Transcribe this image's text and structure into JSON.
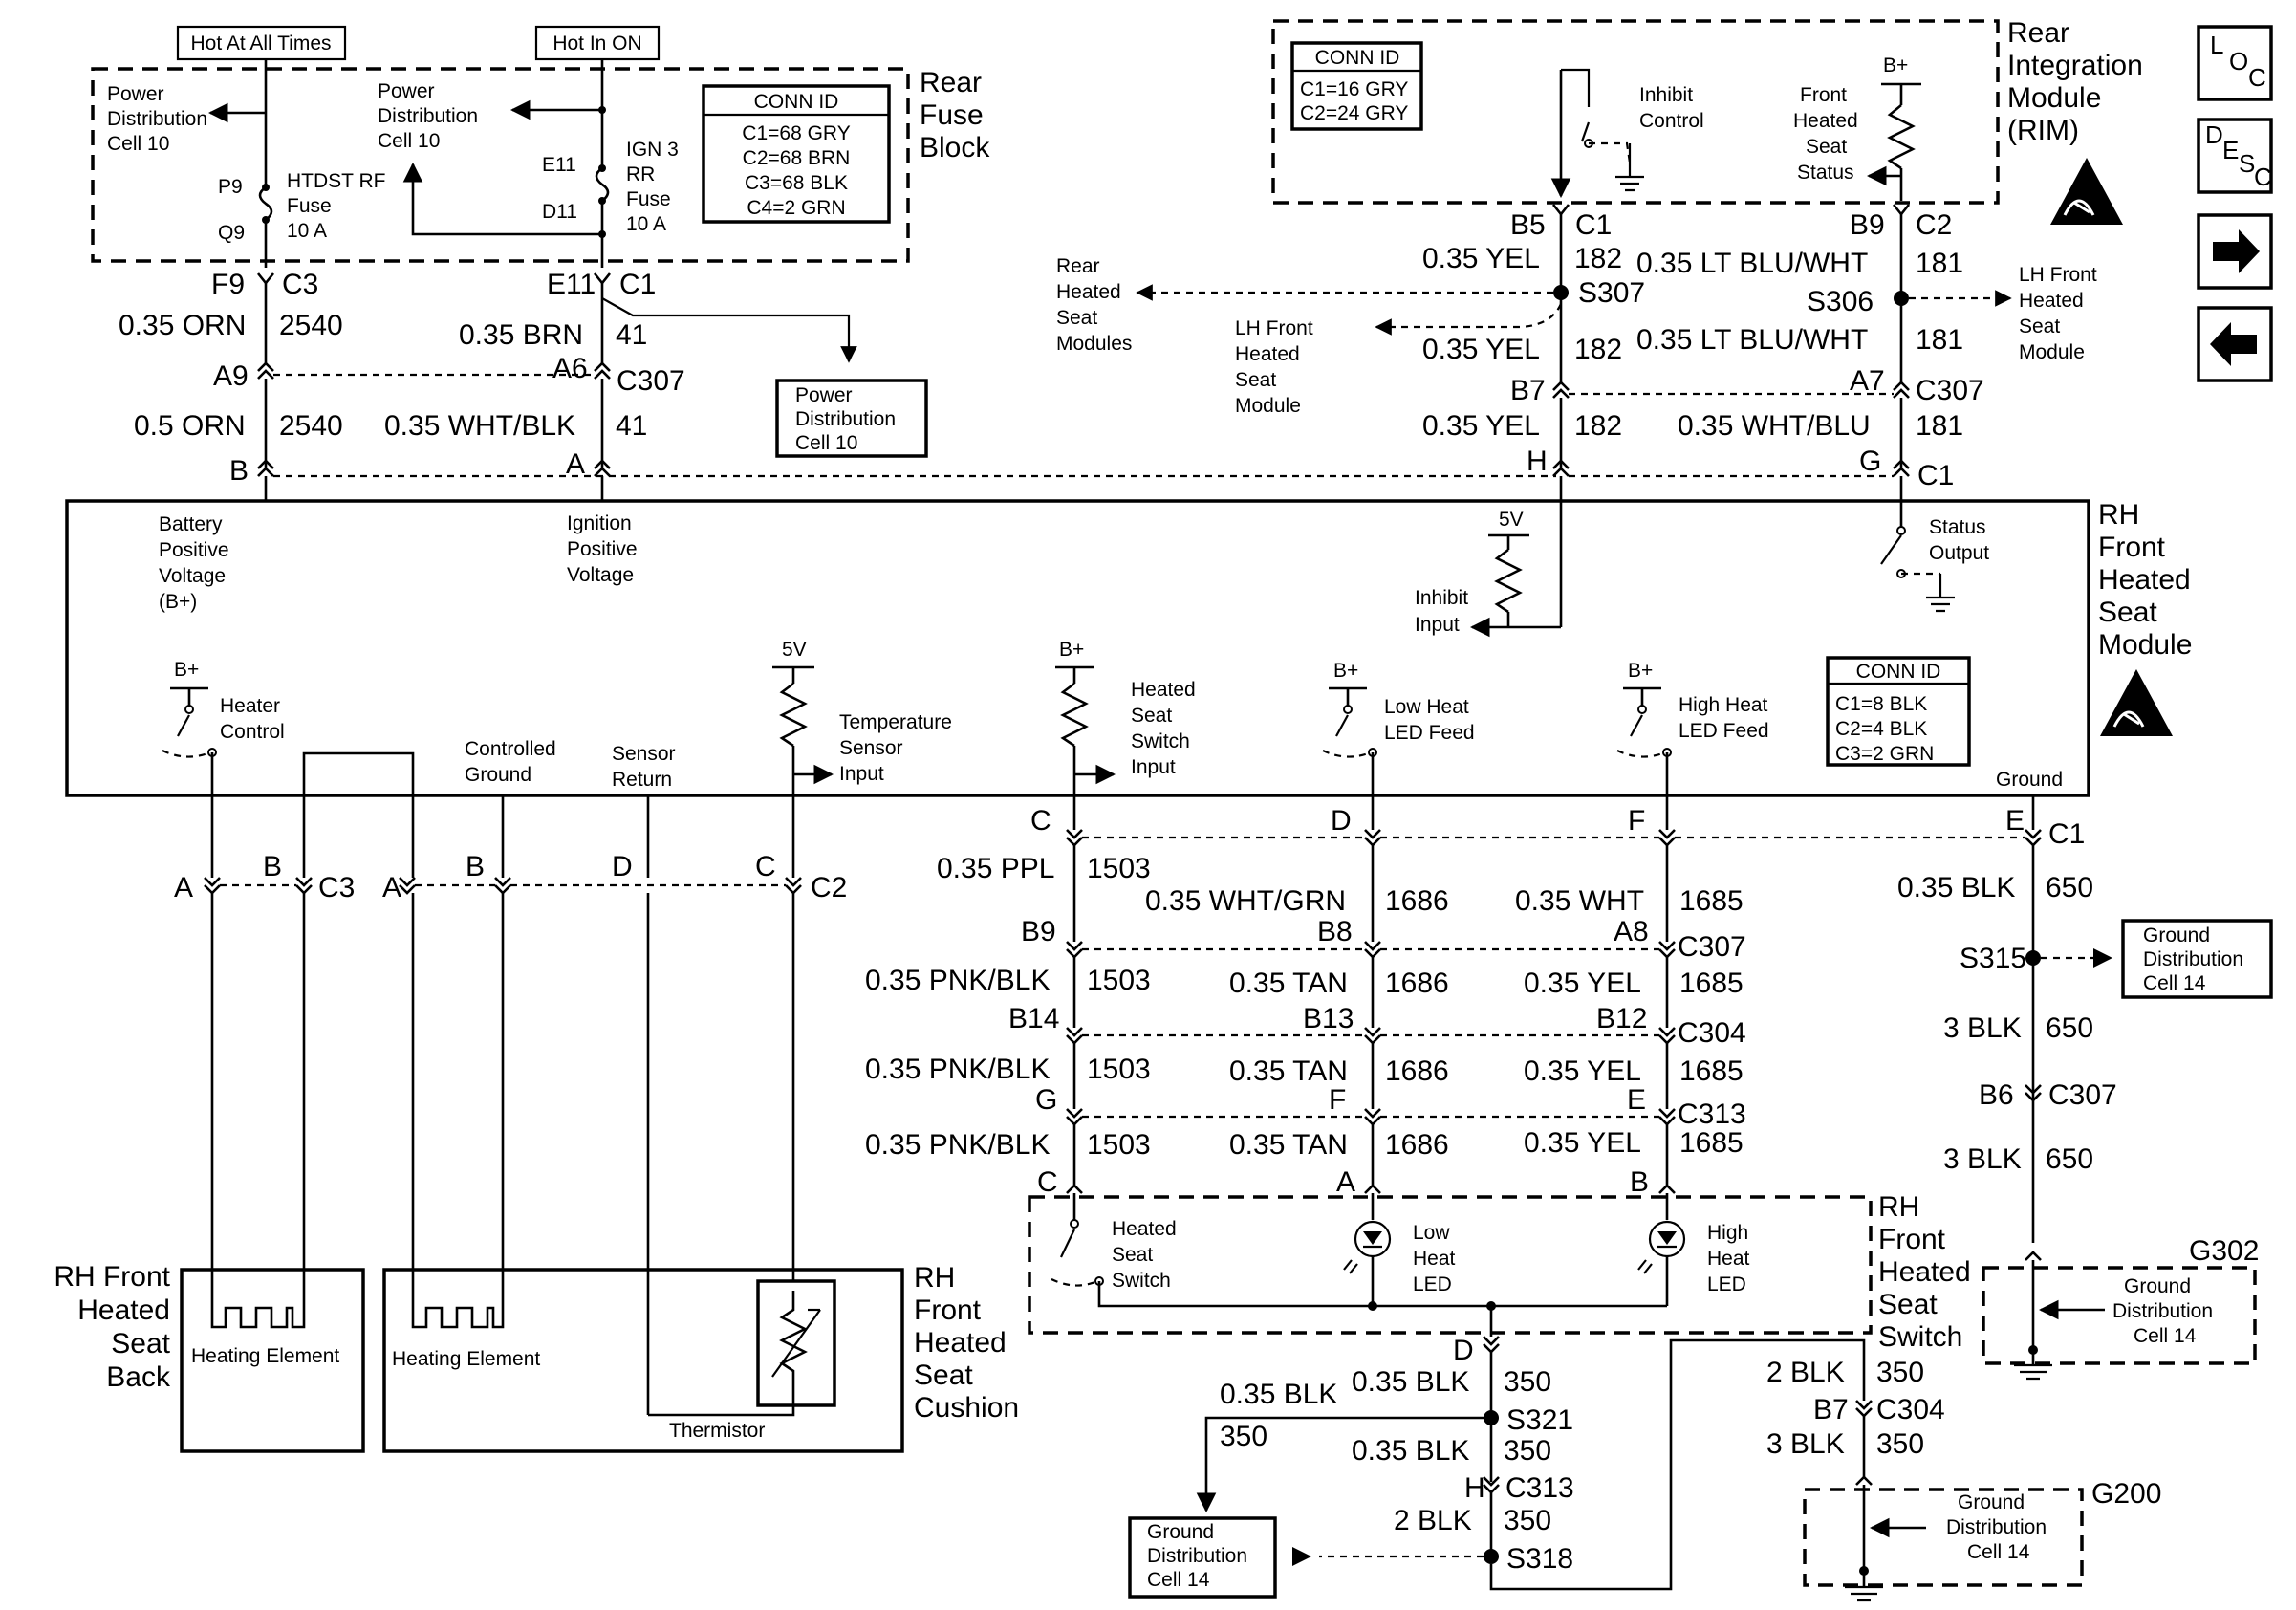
{
  "top_labels": {
    "hot_at_all_times": "Hot At All Times",
    "hot_in_on": "Hot In ON"
  },
  "rear_fuse_block": {
    "title": [
      "Rear",
      "Fuse",
      "Block"
    ],
    "pdc_left": [
      "Power",
      "Distribution",
      "Cell 10"
    ],
    "pdc_mid": [
      "Power",
      "Distribution",
      "Cell 10"
    ],
    "fuse1": {
      "pin_top": "P9",
      "pin_bot": "Q9",
      "name": [
        "HTDST RF",
        "Fuse",
        "10 A"
      ]
    },
    "fuse2": {
      "pin_top": "E11",
      "pin_bot": "D11",
      "name": [
        "IGN 3",
        "RR",
        "Fuse",
        "10 A"
      ]
    },
    "conn_id": {
      "title": "CONN ID",
      "lines": [
        "C1=68 GRY",
        "C2=68 BRN",
        "C3=68 BLK",
        "C4=2 GRN"
      ]
    }
  },
  "left_wires": {
    "f9": "F9",
    "c3": "C3",
    "e11": "E11",
    "c1": "C1",
    "orn035": "0.35 ORN",
    "c2540a": "2540",
    "brn035": "0.35 BRN",
    "c41a": "41",
    "a9": "A9",
    "a6": "A6",
    "c307": "C307",
    "orn05": "0.5 ORN",
    "c2540b": "2540",
    "whtblk": "0.35 WHT/BLK",
    "c41b": "41",
    "b": "B",
    "a": "A",
    "pdc_box": [
      "Power",
      "Distribution",
      "Cell 10"
    ]
  },
  "rim": {
    "title": [
      "Rear",
      "Integration",
      "Module",
      "(RIM)"
    ],
    "conn_id": {
      "title": "CONN ID",
      "lines": [
        "C1=16 GRY",
        "C2=24 GRY"
      ]
    },
    "inhibit": [
      "Inhibit",
      "Control"
    ],
    "front_status": [
      "Front",
      "Heated",
      "Seat",
      "Status"
    ],
    "bplus": "B+"
  },
  "right_wires": {
    "b5": "B5",
    "c1": "C1",
    "b9": "B9",
    "c2": "C2",
    "yel1": "0.35 YEL",
    "n182a": "182",
    "ltbluwht1": "0.35 LT BLU/WHT",
    "n181a": "181",
    "s307": "S307",
    "s306": "S306",
    "yel2": "0.35 YEL",
    "n182b": "182",
    "ltbluwht2": "0.35 LT BLU/WHT",
    "n181b": "181",
    "b7": "B7",
    "a7": "A7",
    "c307": "C307",
    "yel3": "0.35 YEL",
    "n182c": "182",
    "whtblu": "0.35 WHT/BLU",
    "n181c": "181",
    "h": "H",
    "g": "G",
    "c1b": "C1",
    "rear_modules": [
      "Rear",
      "Heated",
      "Seat",
      "Modules"
    ],
    "lh_module_left": [
      "LH Front",
      "Heated",
      "Seat",
      "Module"
    ],
    "lh_module_right": [
      "LH Front",
      "Heated",
      "Seat",
      "Module"
    ]
  },
  "module": {
    "title": [
      "RH",
      "Front",
      "Heated",
      "Seat",
      "Module"
    ],
    "battery": [
      "Battery",
      "Positive",
      "Voltage",
      "(B+)"
    ],
    "ignition": [
      "Ignition",
      "Positive",
      "Voltage"
    ],
    "five_v": "5V",
    "inhibit_input": [
      "Inhibit",
      "Input"
    ],
    "status_output": [
      "Status",
      "Output"
    ],
    "bplus": "B+",
    "heater_control": [
      "Heater",
      "Control"
    ],
    "controlled_ground": [
      "Controlled",
      "Ground"
    ],
    "sensor_return": [
      "Sensor",
      "Return"
    ],
    "temp_sensor": [
      "Temperature",
      "Sensor",
      "Input"
    ],
    "seat_switch_input": [
      "Heated",
      "Seat",
      "Switch",
      "Input"
    ],
    "low_heat_feed": [
      "Low Heat",
      "LED Feed"
    ],
    "high_heat_feed": [
      "High Heat",
      "LED Feed"
    ],
    "ground": "Ground",
    "conn_id": {
      "title": "CONN ID",
      "lines": [
        "C1=8 BLK",
        "C2=4 BLK",
        "C3=2 GRN"
      ]
    }
  },
  "lower_left": {
    "a1": "A",
    "b1": "B",
    "c3": "C3",
    "a2": "A",
    "b2": "B",
    "d": "D",
    "c": "C",
    "c2": "C2",
    "seat_back": [
      "RH Front",
      "Heated",
      "Seat",
      "Back"
    ],
    "heating_element1": "Heating Element",
    "heating_element2": "Heating Element",
    "thermistor": "Thermistor",
    "seat_cushion": [
      "RH",
      "Front",
      "Heated",
      "Seat",
      "Cushion"
    ]
  },
  "lower_mid": {
    "c": "C",
    "d": "D",
    "f": "F",
    "e": "E",
    "c1": "C1",
    "ppl": "0.35 PPL",
    "n1503a": "1503",
    "whtgrn": "0.35 WHT/GRN",
    "n1686a": "1686",
    "wht": "0.35 WHT",
    "n1685a": "1685",
    "b9": "B9",
    "b8": "B8",
    "a8": "A8",
    "c307": "C307",
    "pnkblk1": "0.35 PNK/BLK",
    "n1503b": "1503",
    "tan1": "0.35 TAN",
    "n1686b": "1686",
    "yel1": "0.35 YEL",
    "n1685b": "1685",
    "b14": "B14",
    "b13": "B13",
    "b12": "B12",
    "c304": "C304",
    "pnkblk2": "0.35 PNK/BLK",
    "n1503c": "1503",
    "tan2": "0.35 TAN",
    "n1686c": "1686",
    "yel2": "0.35 YEL",
    "n1685c": "1685",
    "g": "G",
    "f2": "F",
    "e2": "E",
    "c313": "C313",
    "pnkblk3": "0.35 PNK/BLK",
    "n1503d": "1503",
    "tan3": "0.35 TAN",
    "n1686d": "1686",
    "yel3": "0.35 YEL",
    "n1685d": "1685",
    "c2": "C",
    "a": "A",
    "b": "B",
    "heated_switch": [
      "Heated",
      "Seat",
      "Switch"
    ],
    "low_led": [
      "Low",
      "Heat",
      "LED"
    ],
    "high_led": [
      "High",
      "Heat",
      "LED"
    ],
    "switch_title": [
      "RH",
      "Front",
      "Heated",
      "Seat",
      "Switch"
    ]
  },
  "grounds": {
    "blk035": "0.35 BLK",
    "n650a": "650",
    "s315": "S315",
    "gdc14a": [
      "Ground",
      "Distribution",
      "Cell 14"
    ],
    "blk3a": "3 BLK",
    "n650b": "650",
    "b6": "B6",
    "c307": "C307",
    "blk3b": "3 BLK",
    "n650c": "650",
    "g302": "G302",
    "gdc14b": [
      "Ground",
      "Distribution",
      "Cell 14"
    ],
    "d": "D",
    "blk035b": "0.35 BLK",
    "n350a": "350",
    "blk035c": "0.35 BLK",
    "n350b": "350",
    "s321": "S321",
    "blk035d": "0.35 BLK",
    "n350c": "350",
    "h": "H",
    "c313": "C313",
    "blk2a": "2 BLK",
    "n350d": "350",
    "s318": "S318",
    "gdc14c": [
      "Ground",
      "Distribution",
      "Cell 14"
    ],
    "blk2b": "2 BLK",
    "n350e": "350",
    "b7": "B7",
    "c304": "C304",
    "blk3c": "3 BLK",
    "n350f": "350",
    "g200": "G200",
    "gdc14d": [
      "Ground",
      "Distribution",
      "Cell 14"
    ]
  },
  "side_buttons": {
    "loc": [
      "L",
      "O",
      "C"
    ],
    "desc": [
      "D",
      "E",
      "S",
      "C"
    ]
  }
}
